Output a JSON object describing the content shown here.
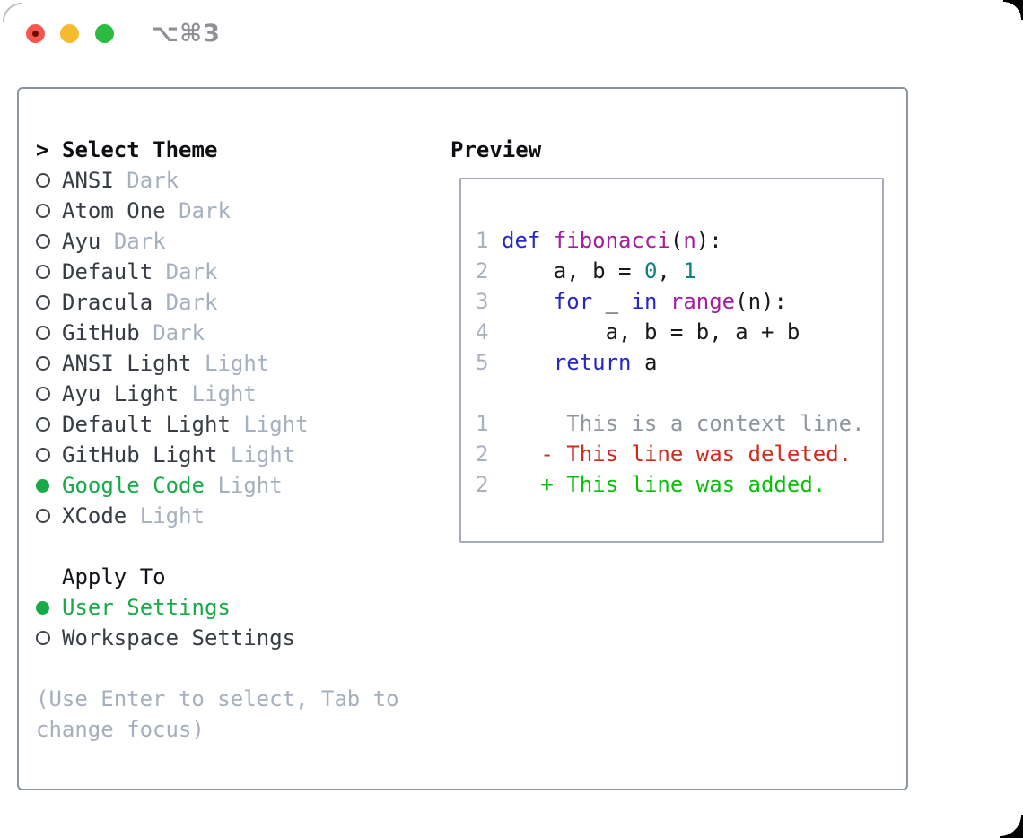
{
  "window": {
    "title": "⌥⌘3"
  },
  "colors": {
    "accent_green_selected": "#17aa47",
    "keyword_blue": "#2727c8",
    "function_purple": "#a020a0",
    "number_teal": "#0e8080",
    "diff_deleted_red": "#ce2b18",
    "diff_added_green": "#0abf0a",
    "muted_gray": "#a6b0bf",
    "panel_border_gray": "#8b94a1",
    "traffic_red": "#f4574e",
    "traffic_yellow": "#f6ba2f",
    "traffic_green": "#2cbb41"
  },
  "theme_dialog": {
    "prompt": ">",
    "title": "Select Theme",
    "themes": [
      {
        "name": "ANSI",
        "type": "Dark",
        "selected": false
      },
      {
        "name": "Atom One",
        "type": "Dark",
        "selected": false
      },
      {
        "name": "Ayu",
        "type": "Dark",
        "selected": false
      },
      {
        "name": "Default",
        "type": "Dark",
        "selected": false
      },
      {
        "name": "Dracula",
        "type": "Dark",
        "selected": false
      },
      {
        "name": "GitHub",
        "type": "Dark",
        "selected": false
      },
      {
        "name": "ANSI Light",
        "type": "Light",
        "selected": false
      },
      {
        "name": "Ayu Light",
        "type": "Light",
        "selected": false
      },
      {
        "name": "Default Light",
        "type": "Light",
        "selected": false
      },
      {
        "name": "GitHub Light",
        "type": "Light",
        "selected": false
      },
      {
        "name": "Google Code",
        "type": "Light",
        "selected": true
      },
      {
        "name": "XCode",
        "type": "Light",
        "selected": false
      }
    ],
    "apply_to": {
      "title": "Apply To",
      "options": [
        {
          "label": "User Settings",
          "selected": true
        },
        {
          "label": "Workspace Settings",
          "selected": false
        }
      ]
    },
    "hint_lines": [
      "(Use Enter to select, Tab to",
      "change focus)"
    ]
  },
  "preview": {
    "heading": "Preview",
    "lines": [
      {
        "num": "1",
        "tokens": [
          {
            "text": "def",
            "style": "keyword"
          },
          {
            "text": " ",
            "style": "plain"
          },
          {
            "text": "fibonacci",
            "style": "function"
          },
          {
            "text": "(",
            "style": "plain"
          },
          {
            "text": "n",
            "style": "function"
          },
          {
            "text": "):",
            "style": "plain"
          }
        ]
      },
      {
        "num": "2",
        "tokens": [
          {
            "text": "    a, b = ",
            "style": "plain"
          },
          {
            "text": "0",
            "style": "number"
          },
          {
            "text": ", ",
            "style": "plain"
          },
          {
            "text": "1",
            "style": "number"
          }
        ]
      },
      {
        "num": "3",
        "tokens": [
          {
            "text": "    ",
            "style": "plain"
          },
          {
            "text": "for",
            "style": "keyword"
          },
          {
            "text": " _ ",
            "style": "plain"
          },
          {
            "text": "in",
            "style": "keyword"
          },
          {
            "text": " ",
            "style": "plain"
          },
          {
            "text": "range",
            "style": "function"
          },
          {
            "text": "(n):",
            "style": "plain"
          }
        ]
      },
      {
        "num": "4",
        "tokens": [
          {
            "text": "        a, b = b, a + b",
            "style": "plain"
          }
        ]
      },
      {
        "num": "5",
        "tokens": [
          {
            "text": "    ",
            "style": "plain"
          },
          {
            "text": "return",
            "style": "keyword"
          },
          {
            "text": " a",
            "style": "plain"
          }
        ]
      },
      {
        "num": "",
        "tokens": []
      },
      {
        "num": "1",
        "tokens": [
          {
            "text": "     This is a context line.",
            "style": "diff-context"
          }
        ]
      },
      {
        "num": "2",
        "tokens": [
          {
            "text": "   - This line was deleted.",
            "style": "diff-deleted"
          }
        ]
      },
      {
        "num": "2",
        "tokens": [
          {
            "text": "   + This line was added.",
            "style": "diff-added"
          }
        ]
      }
    ]
  }
}
